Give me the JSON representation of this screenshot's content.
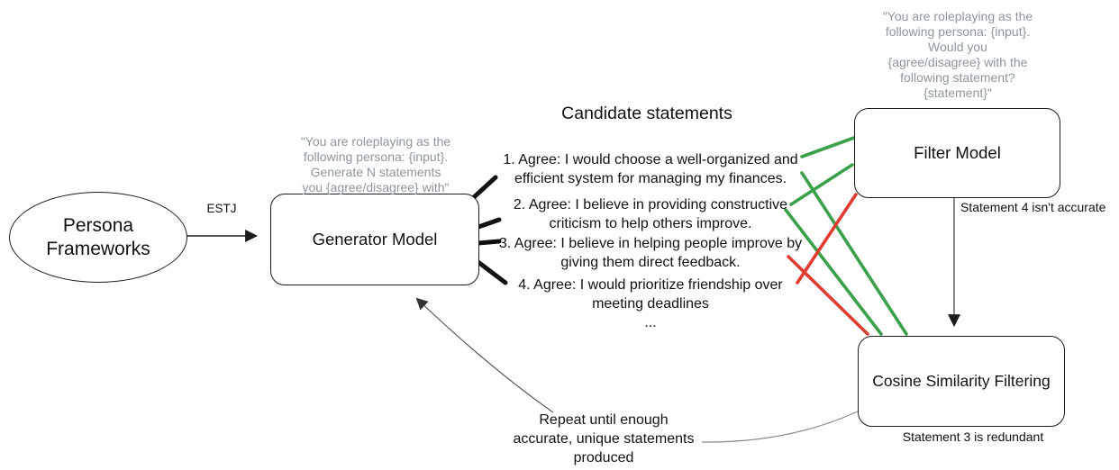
{
  "colors": {
    "accept": "#3aa04a",
    "reject": "#e03c32",
    "prompt_gray": "#8d959e"
  },
  "nodes": {
    "persona": {
      "label": "Persona\nFrameworks"
    },
    "generator": {
      "label": "Generator Model",
      "prompt": "\"You are roleplaying as the\nfollowing persona: {input}.\nGenerate N statements\nyou {agree/disagree} with\""
    },
    "filter": {
      "label": "Filter Model",
      "prompt": "\"You are roleplaying as the\nfollowing persona: {input}.\nWould you\n{agree/disagree} with the\nfollowing statement?\n{statement}\""
    },
    "cosine": {
      "label": "Cosine Similarity Filtering"
    }
  },
  "edges": {
    "estj_label": "ESTJ",
    "filter_note": "Statement 4 isn't accurate",
    "cosine_note": "Statement 3 is redundant",
    "repeat_note": "Repeat until enough\naccurate, unique statements\nproduced"
  },
  "candidate": {
    "title": "Candidate statements",
    "items": [
      {
        "text": "1. Agree: I would choose a well-organized and\nefficient system for managing my finances."
      },
      {
        "text": "2. Agree: I believe in providing constructive\ncriticism to help others improve."
      },
      {
        "text": "3. Agree: I believe in helping people improve by\ngiving them direct feedback."
      },
      {
        "text": "4. Agree: I would prioritize friendship over\nmeeting deadlines"
      }
    ],
    "ellipsis": "..."
  }
}
